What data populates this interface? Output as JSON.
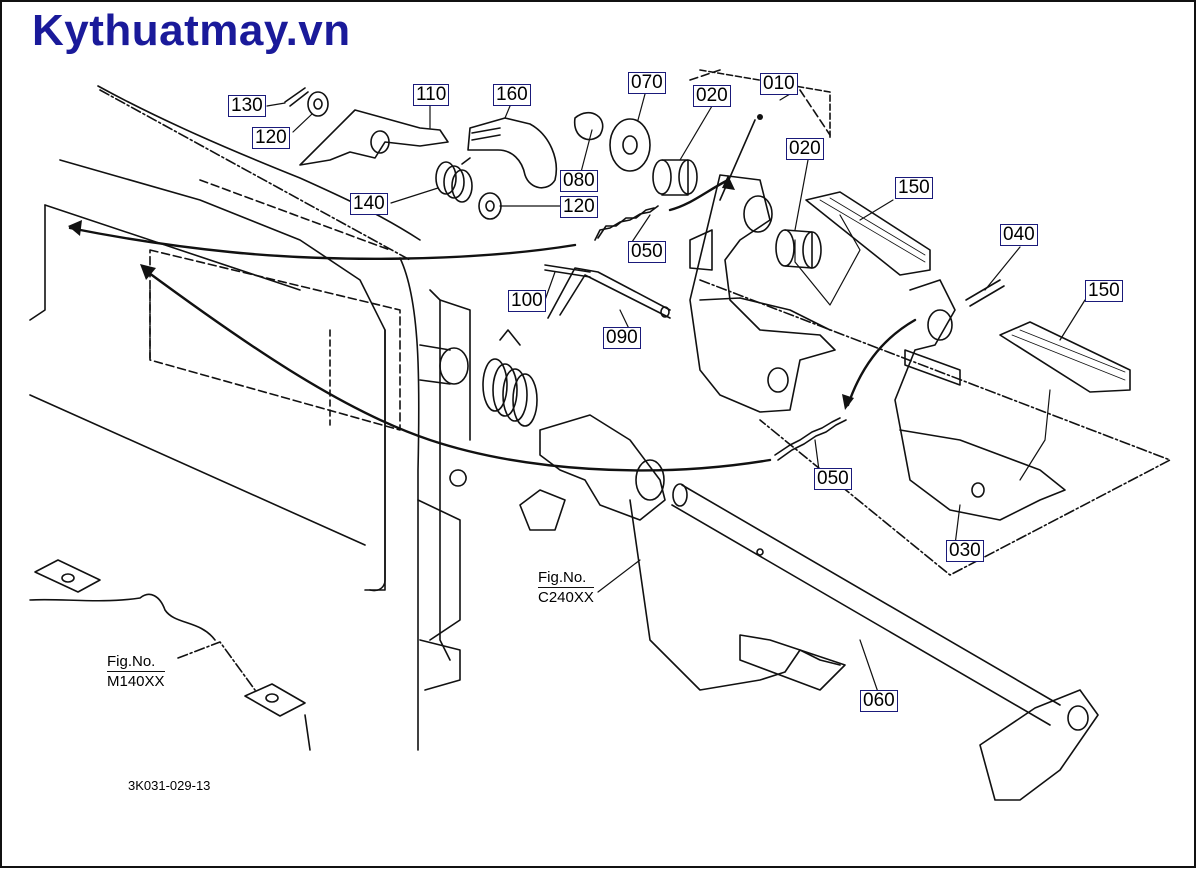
{
  "brand": "Kythuatmay.vn",
  "drawing_code": "3K031-029-13",
  "part_labels": {
    "p130": "130",
    "p120a": "120",
    "p110": "110",
    "p160": "160",
    "p140": "140",
    "p120b": "120",
    "p080": "080",
    "p070": "070",
    "p020a": "020",
    "p010": "010",
    "p020b": "020",
    "p050a": "050",
    "p100": "100",
    "p090": "090",
    "p150a": "150",
    "p040": "040",
    "p150b": "150",
    "p050b": "050",
    "p030": "030",
    "p060": "060"
  },
  "figure_refs": {
    "c240": {
      "title": "Fig.No.",
      "code": "C240XX"
    },
    "m140": {
      "title": "Fig.No.",
      "code": "M140XX"
    }
  }
}
